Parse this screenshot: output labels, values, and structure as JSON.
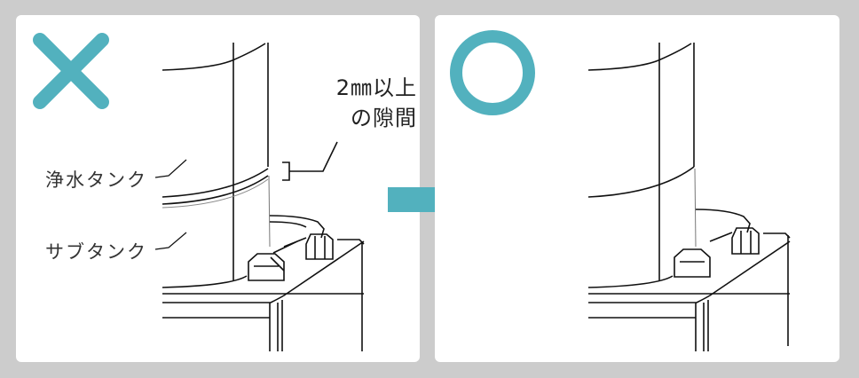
{
  "colors": {
    "accent": "#52b1be",
    "background": "#cccccc",
    "panel": "#ffffff"
  },
  "left_panel": {
    "mark_icon": "cross-icon",
    "gap_note_line1": "2㎜以上",
    "gap_note_line2": "の隙間",
    "label_purified_tank": "浄水タンク",
    "label_sub_tank": "サブタンク"
  },
  "right_panel": {
    "mark_icon": "circle-icon"
  },
  "arrow_icon": "arrow-right-icon"
}
